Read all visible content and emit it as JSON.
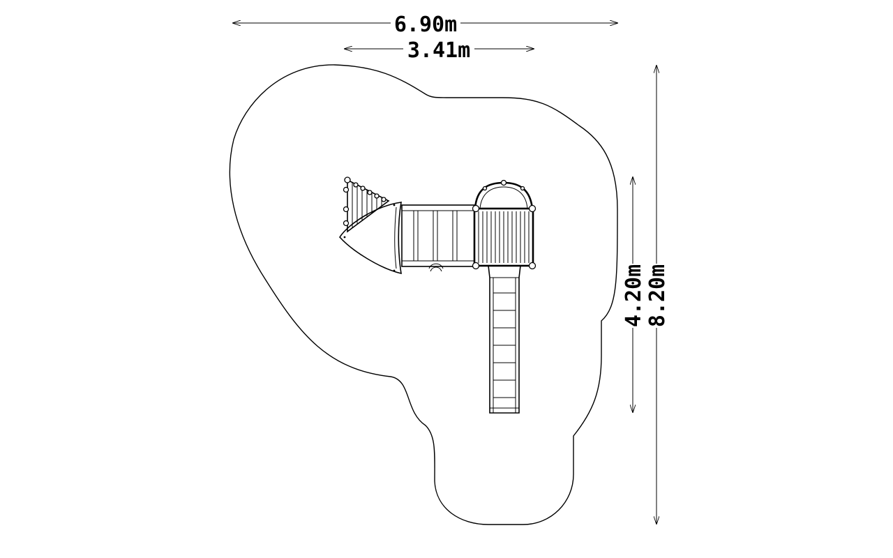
{
  "dimensions": {
    "overall_width": "6.90m",
    "structure_width": "3.41m",
    "structure_length": "4.20m",
    "overall_length": "8.20m"
  },
  "colors": {
    "line": "#000000",
    "background": "#ffffff"
  }
}
